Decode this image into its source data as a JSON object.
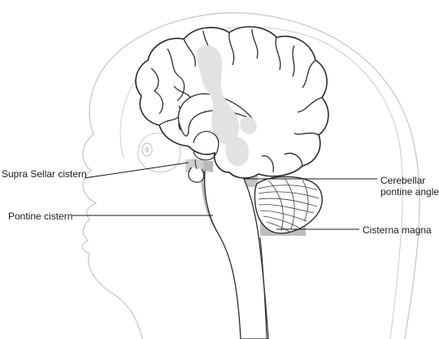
{
  "diagram": {
    "labels": {
      "supra_sellar": "Supra Sellar cistern",
      "pontine": "Pontine cistern",
      "cerebellar_line1": "Cerebellar",
      "cerebellar_line2": "pontine angle",
      "cisterna_magna": "Cisterna magna"
    },
    "colors": {
      "outline": "#c8c8c8",
      "brain_line": "#2a2a2a",
      "cistern_fill": "#dcdcdc",
      "cistern_dark": "#b4b4b4",
      "leader": "#1a1a1a"
    }
  }
}
